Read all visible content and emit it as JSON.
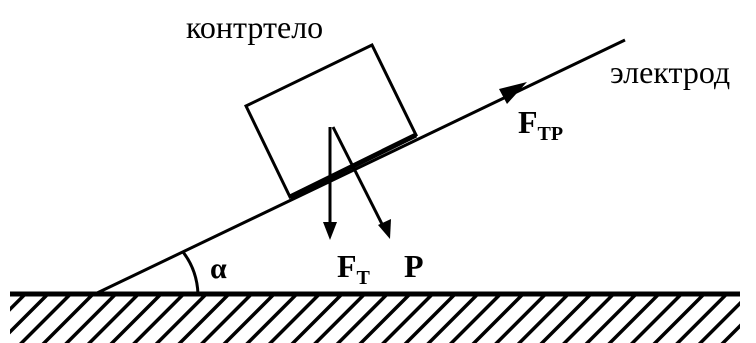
{
  "labels": {
    "counterbody": "контртело",
    "electrode": "электрод",
    "angle": "α",
    "friction_force_main": "F",
    "friction_force_sub": "ТР",
    "gravity_force_main": "F",
    "gravity_force_sub": "Т",
    "weight": "P"
  },
  "colors": {
    "stroke": "#000000",
    "background": "#ffffff"
  }
}
